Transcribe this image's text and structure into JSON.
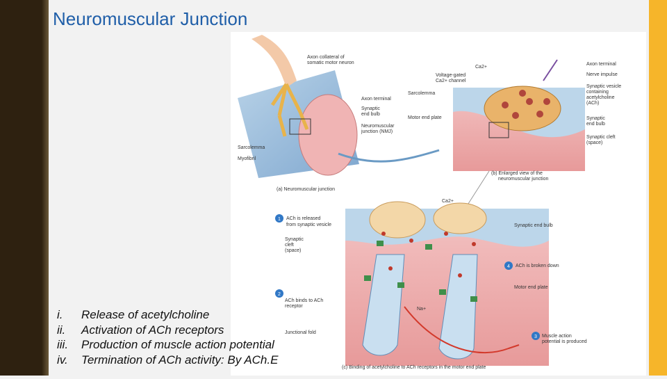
{
  "title": "Neuromuscular Junction",
  "list": [
    {
      "num": "i.",
      "text": "Release of acetylcholine"
    },
    {
      "num": "ii.",
      "text": "Activation of ACh receptors"
    },
    {
      "num": "iii.",
      "text": "Production of muscle action potential"
    },
    {
      "num": "iv.",
      "text": "Termination of ACh activity: By ACh.E"
    }
  ],
  "figure": {
    "a": {
      "axon_collateral": "Axon collateral of",
      "axon_collateral2": "somatic motor neuron",
      "axon_terminal": "Axon terminal",
      "synaptic_end_bulb": "Synaptic",
      "synaptic_end_bulb2": "end bulb",
      "nmj": "Neuromuscular",
      "nmj2": "junction (NMJ)",
      "sarcolemma": "Sarcolemma",
      "myofibril": "Myofibril",
      "caption": "(a) Neuromuscular junction"
    },
    "b": {
      "ca": "Ca2+",
      "vg1": "Voltage-gated",
      "vg2": "Ca2+ channel",
      "sarcolemma": "Sarcolemma",
      "motor_end_plate": "Motor end plate",
      "axon_terminal": "Axon terminal",
      "nerve_impulse": "Nerve impulse",
      "vesicle1": "Synaptic vesicle",
      "vesicle2": "containing",
      "vesicle3": "acetylcholine",
      "vesicle4": "(ACh)",
      "end_bulb1": "Synaptic",
      "end_bulb2": "end bulb",
      "cleft1": "Synaptic cleft",
      "cleft2": "(space)",
      "caption1": "(b) Enlarged view of the",
      "caption2": "neuromuscular junction"
    },
    "c": {
      "ca": "Ca2+",
      "step1_num": "1",
      "step1a": "ACh is released",
      "step1b": "from synaptic vesicle",
      "cleft1": "Synaptic",
      "cleft2": "cleft",
      "cleft3": "(space)",
      "step2_num": "2",
      "step2a": "ACh binds to ACh",
      "step2b": "receptor",
      "junctional_fold": "Junctional fold",
      "na": "Na+",
      "end_bulb": "Synaptic end bulb",
      "step4_num": "4",
      "step4": "ACh is broken down",
      "motor_end_plate": "Motor end plate",
      "step3_num": "3",
      "step3a": "Muscle action",
      "step3b": "potential is produced",
      "caption": "(c) Binding of acetylcholine to ACh receptors in the motor end plate"
    }
  },
  "colors": {
    "title": "#1f5ea8",
    "accent_right": "#f6b52a",
    "left_bar": "#2e2110"
  }
}
